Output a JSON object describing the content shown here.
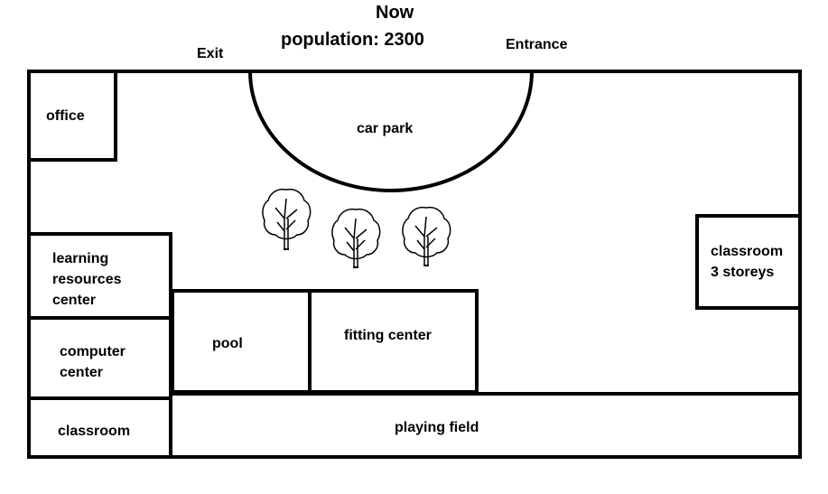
{
  "title": "Now",
  "subtitle": "population: 2300",
  "labels": {
    "exit": "Exit",
    "entrance": "Entrance",
    "office": "office",
    "car_park": "car park",
    "learning_resources": [
      "learning",
      "resources",
      "center"
    ],
    "computer_center": [
      "computer",
      "center"
    ],
    "classroom": "classroom",
    "pool": "pool",
    "fitting_center": "fitting center",
    "classroom_storeys": [
      "classroom",
      "3 storeys"
    ],
    "playing_field": "playing field"
  },
  "trees": {
    "count": 3,
    "icon": "tree-icon"
  }
}
